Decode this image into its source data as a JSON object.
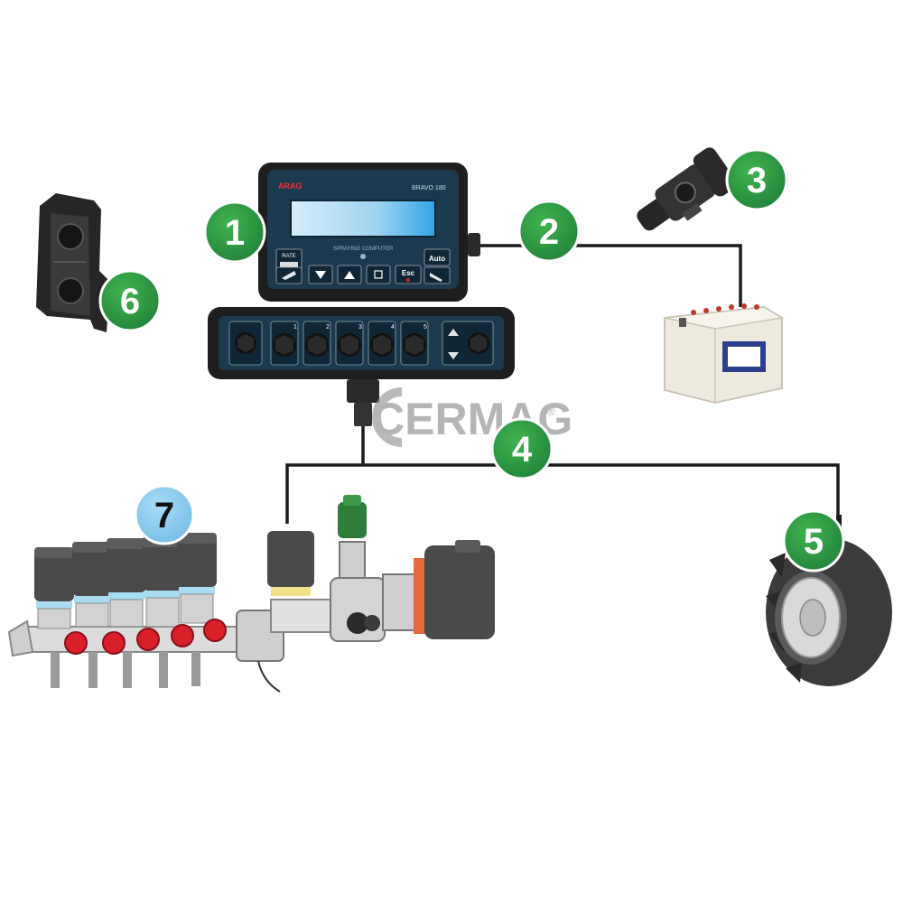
{
  "watermark": {
    "text": "CERMAG",
    "registered": "®"
  },
  "console": {
    "brand": "ARAG",
    "model": "BRAVO 180",
    "subtitle": "SPRAYING COMPUTER",
    "buttons": {
      "rate": "RATE",
      "esc": "Esc",
      "auto": "Auto"
    },
    "section_numbers": [
      "1",
      "2",
      "3",
      "4",
      "5"
    ]
  },
  "callouts": [
    {
      "number": "1",
      "color": "#2e9b3e",
      "text_color": "#ffffff"
    },
    {
      "number": "2",
      "color": "#2e9b3e",
      "text_color": "#ffffff"
    },
    {
      "number": "3",
      "color": "#2e9b3e",
      "text_color": "#ffffff"
    },
    {
      "number": "4",
      "color": "#2e9b3e",
      "text_color": "#ffffff"
    },
    {
      "number": "5",
      "color": "#2e9b3e",
      "text_color": "#ffffff"
    },
    {
      "number": "6",
      "color": "#2e9b3e",
      "text_color": "#ffffff"
    },
    {
      "number": "7",
      "color": "#8ecbec",
      "text_color": "#111111"
    }
  ],
  "icons": [
    "sprayer-control-console-icon",
    "power-cable-icon",
    "power-plug-icon",
    "battery-icon",
    "wiring-harness-icon",
    "wheel-speed-sensor-icon",
    "mounting-bracket-icon",
    "valve-manifold-icon"
  ]
}
